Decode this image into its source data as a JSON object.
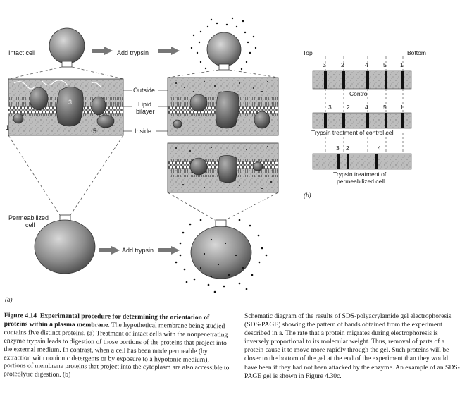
{
  "diagram": {
    "intact_cell": "Intact cell",
    "add_trypsin_top": "Add trypsin",
    "outside": "Outside",
    "lipid_bilayer_line1": "Lipid",
    "lipid_bilayer_line2": "bilayer",
    "inside": "Inside",
    "permeabilized_cell_line1": "Permeabilized",
    "permeabilized_cell_line2": "cell",
    "add_trypsin_bottom": "Add trypsin",
    "part_a": "(a)",
    "protein_numbers": [
      "1",
      "3",
      "5"
    ]
  },
  "gel": {
    "top": "Top",
    "bottom": "Bottom",
    "lane_numbers_top": [
      "3",
      "2",
      "4",
      "5",
      "1"
    ],
    "control": "Control",
    "lane_numbers_mid": [
      "3",
      "2",
      "4",
      "5",
      "1"
    ],
    "trypsin_control": "Trypsin treatment of control cell",
    "lane_numbers_bot": [
      "3",
      "2",
      "4"
    ],
    "trypsin_perm_line1": "Trypsin treatment of",
    "trypsin_perm_line2": "permeabilized cell",
    "part_b": "(b)"
  },
  "caption": {
    "figure_label": "Figure 4.14",
    "title": "Experimental procedure for determining the orientation of proteins within a plasma membrane.",
    "left_body": "The hypothetical membrane being studied contains five distinct proteins. (a) Treatment of intact cells with the nonpenetrating enzyme trypsin leads to digestion of those portions of the proteins that project into the external medium. In contrast, when a cell has been made permeable (by extraction with nonionic detergents or by exposure to a hypotonic medium), portions of membrane proteins that project into the cytoplasm are also accessible to proteolytic digestion. (b)",
    "right_body": "Schematic diagram of the results of SDS-polyacrylamide gel electrophoresis (SDS-PAGE) showing the pattern of bands obtained from the experiment described in a. The rate that a protein migrates during electrophoresis is inversely proportional to its molecular weight. Thus, removal of parts of a protein cause it to move more rapidly through the gel. Such proteins will be closer to the bottom of the gel at the end of the experiment than they would have been if they had not been attacked by the enzyme. An example of an SDS-PAGE gel is shown in Figure 4.30c."
  }
}
